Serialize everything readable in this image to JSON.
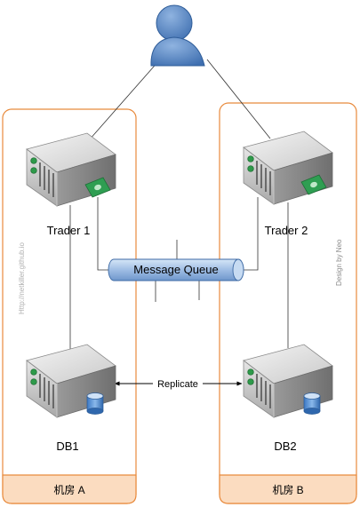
{
  "rooms": [
    {
      "label": "机房 A"
    },
    {
      "label": "机房 B"
    }
  ],
  "nodes": {
    "trader1": "Trader 1",
    "trader2": "Trader 2",
    "db1": "DB1",
    "db2": "DB2",
    "queue": "Message Queue"
  },
  "edges": {
    "replicate": "Replicate"
  },
  "watermarks": {
    "left": "Http://netkiller.github.io",
    "right": "Design by Neo"
  },
  "colors": {
    "room_border": "#e88a3c",
    "room_footer": "#fbdcc0",
    "server_body": "#b8b8b8",
    "queue_fill": "#a9c5e8",
    "user_fill": "#4f81bd"
  },
  "icons": {
    "user": "user-icon",
    "server": "server-icon",
    "money": "money-icon",
    "database": "database-icon"
  }
}
